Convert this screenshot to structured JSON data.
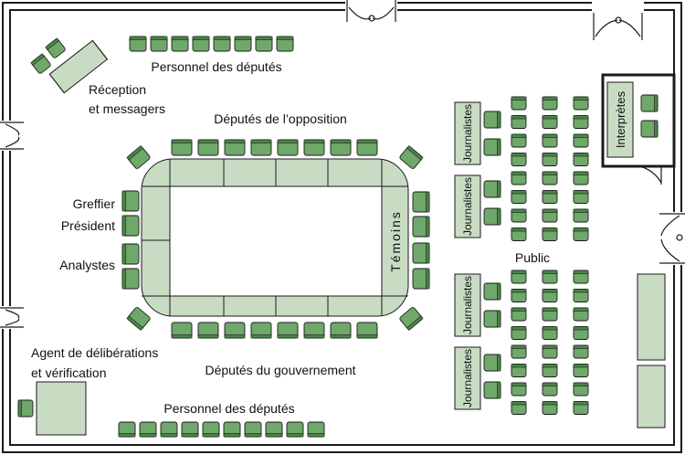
{
  "labels": {
    "staff_top": "Personnel des députés",
    "reception_line1": "Réception",
    "reception_line2": "et messagers",
    "opposition": "Députés de l’opposition",
    "government": "Députés du gouvernement",
    "clerk": "Greffier",
    "chair": "Président",
    "analysts": "Analystes",
    "witnesses": "Témoins",
    "public": "Public",
    "journalists": "Journalistes",
    "interpreters": "Interprètes",
    "proceedings_line1": "Agent de délibérations",
    "proceedings_line2": "et vérification",
    "staff_bottom": "Personnel des députés"
  },
  "colors": {
    "seat_fill": "#6fa86a",
    "seat_back": "#4a8548",
    "table_fill": "#c8dcc4",
    "outline": "#1a1a1a",
    "wall": "#1a1a1a"
  }
}
